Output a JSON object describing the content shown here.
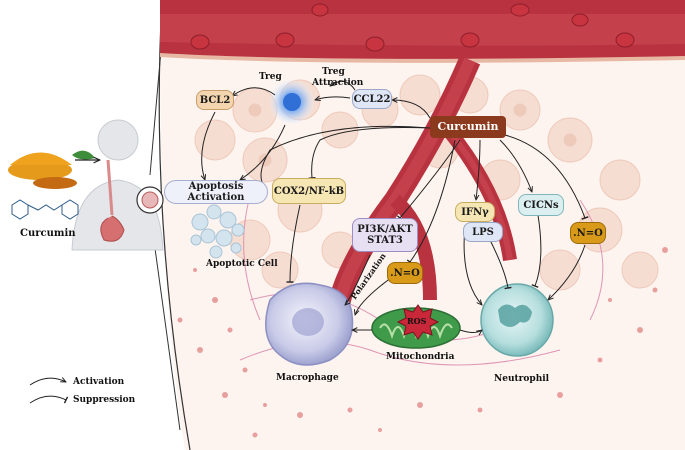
{
  "left_panel": {
    "compound_label": "Curcumin",
    "legend": {
      "activation": "Activation",
      "suppression": "Suppression"
    }
  },
  "nodes": {
    "curcumin": "Curcumin",
    "bcl2": "BCL2",
    "ccl22": "CCL22",
    "treg": "Treg",
    "treg_attraction_1": "Treg",
    "treg_attraction_2": "Attraction",
    "apoptosis_activation": "Apoptosis Activation",
    "apoptotic_cell": "Apoptotic Cell",
    "cox2_nfkb": "COX2/NF-kB",
    "pi3k_1": "PI3K/AKT",
    "pi3k_2": "STAT3",
    "ifng": "IFNγ",
    "lps": "LPS",
    "cicns": "CICNs",
    "no_left": ".N=O",
    "no_right": ".N=O",
    "polarization": "Polarization",
    "ros": "ROS",
    "macrophage": "Macrophage",
    "mitochondria": "Mitochondria",
    "neutrophil": "Neutrophil"
  },
  "colors": {
    "vessel": "#b8323f",
    "vessel_dark": "#8e1f2b",
    "rbc": "#c8343f",
    "curcumin_box": "#8b3a1e",
    "orange_box": "#f3d6b0",
    "yellow_box": "#f6e6b4",
    "no_box": "#d99a1a",
    "blue_box": "#dfe6f5",
    "purple_box": "#e7e0f3",
    "teal_box": "#dbeef0",
    "tissue": "#f8e3d8",
    "macrophage": "#cfd2ec",
    "neutrophil": "#bfe3e3",
    "mito": "#3f9a4a",
    "ros": "#c8283a"
  },
  "icons": [
    "turmeric-icon",
    "curcumin-structure-icon",
    "human-body-icon",
    "magnifier-icon",
    "treg-cell-icon",
    "apoptotic-cell-icon",
    "macrophage-icon",
    "neutrophil-icon",
    "mitochondria-icon",
    "ros-star-icon",
    "blood-vessel-icon"
  ]
}
